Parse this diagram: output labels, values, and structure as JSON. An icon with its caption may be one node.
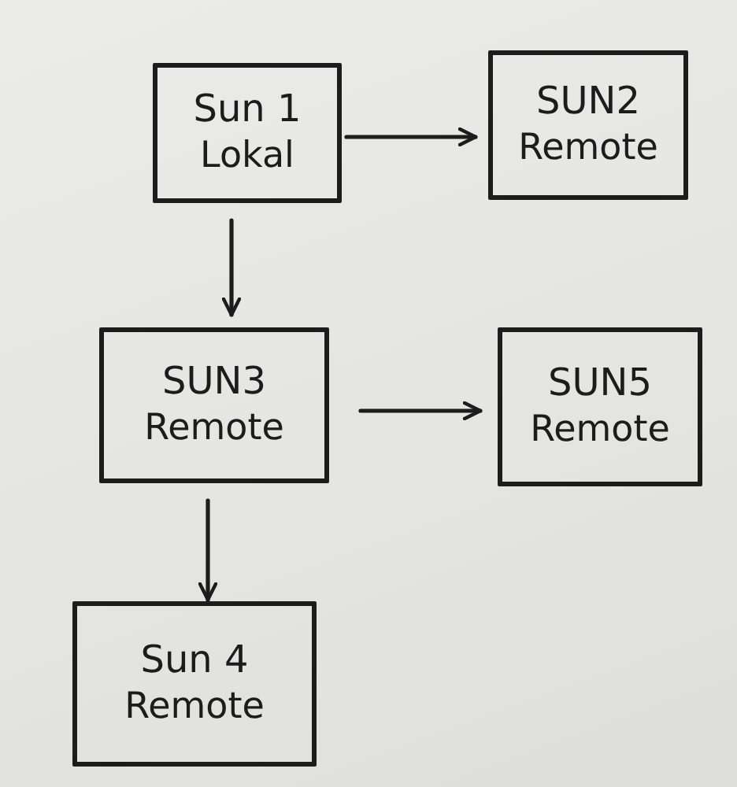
{
  "diagram": {
    "nodes": [
      {
        "text": [
          "Sun 1",
          "Lokal"
        ]
      },
      {
        "text": [
          "SUN2",
          "Remote"
        ]
      },
      {
        "text": [
          "SUN3",
          "Remote"
        ]
      },
      {
        "text": [
          "SUN5",
          "Remote"
        ]
      },
      {
        "text": [
          "Sun 4",
          "Remote"
        ]
      }
    ],
    "edges": [
      {
        "from": 0,
        "to": 1,
        "arrow": "to"
      },
      {
        "from": 0,
        "to": 2,
        "arrow": "to"
      },
      {
        "from": 2,
        "to": 3,
        "arrow": "to"
      },
      {
        "from": 2,
        "to": 4,
        "arrow": "to"
      }
    ]
  }
}
